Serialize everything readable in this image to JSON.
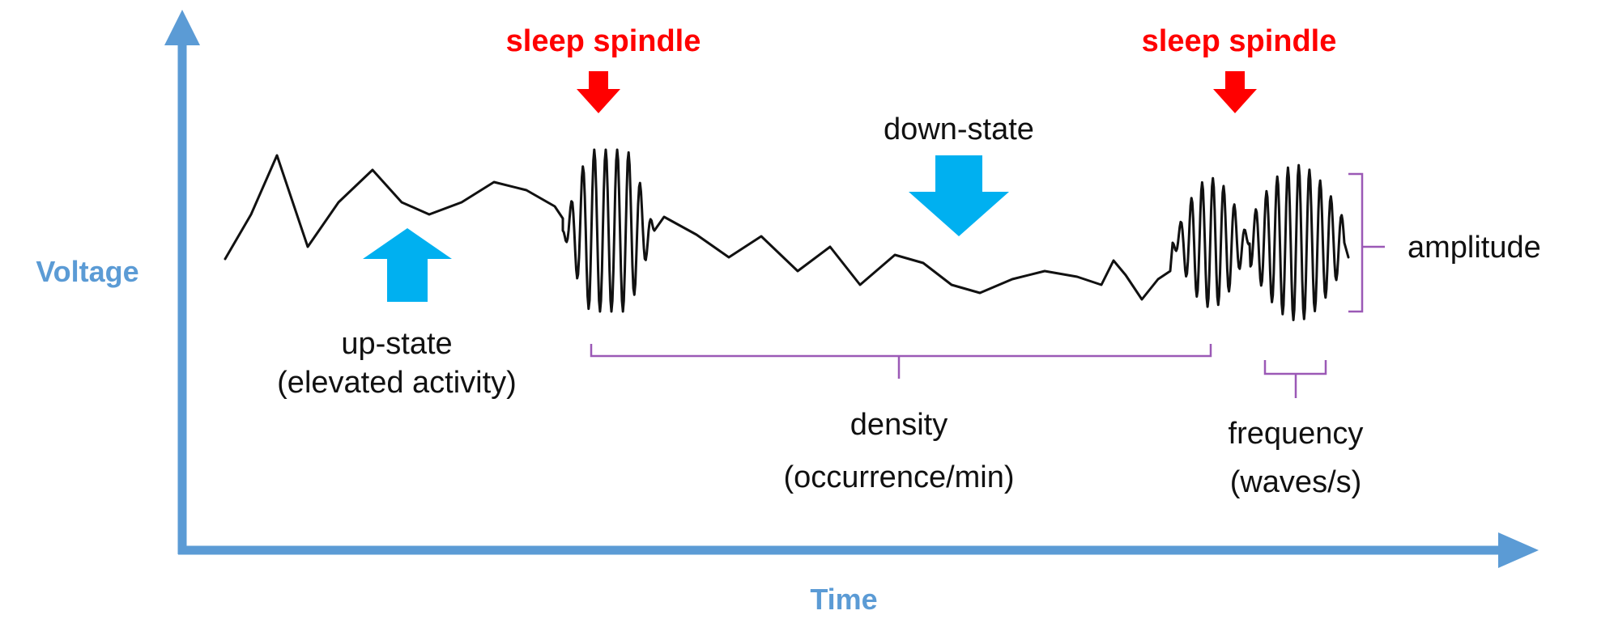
{
  "axes": {
    "y_label": "Voltage",
    "x_label": "Time"
  },
  "labels": {
    "spindle_1": "sleep spindle",
    "spindle_2": "sleep spindle",
    "down_state": "down-state",
    "up_state_line1": "up-state",
    "up_state_line2": "(elevated activity)",
    "density_line1": "density",
    "density_line2": "(occurrence/min)",
    "frequency_line1": "frequency",
    "frequency_line2": "(waves/s)",
    "amplitude": "amplitude"
  },
  "colors": {
    "axis": "#5b9bd5",
    "axis_label": "#5b9bd5",
    "spindle_label": "#ff0000",
    "spindle_arrow": "#ff0000",
    "state_arrow": "#00b0f0",
    "bracket": "#9b59b6",
    "signal": "#111111",
    "text": "#111111"
  }
}
